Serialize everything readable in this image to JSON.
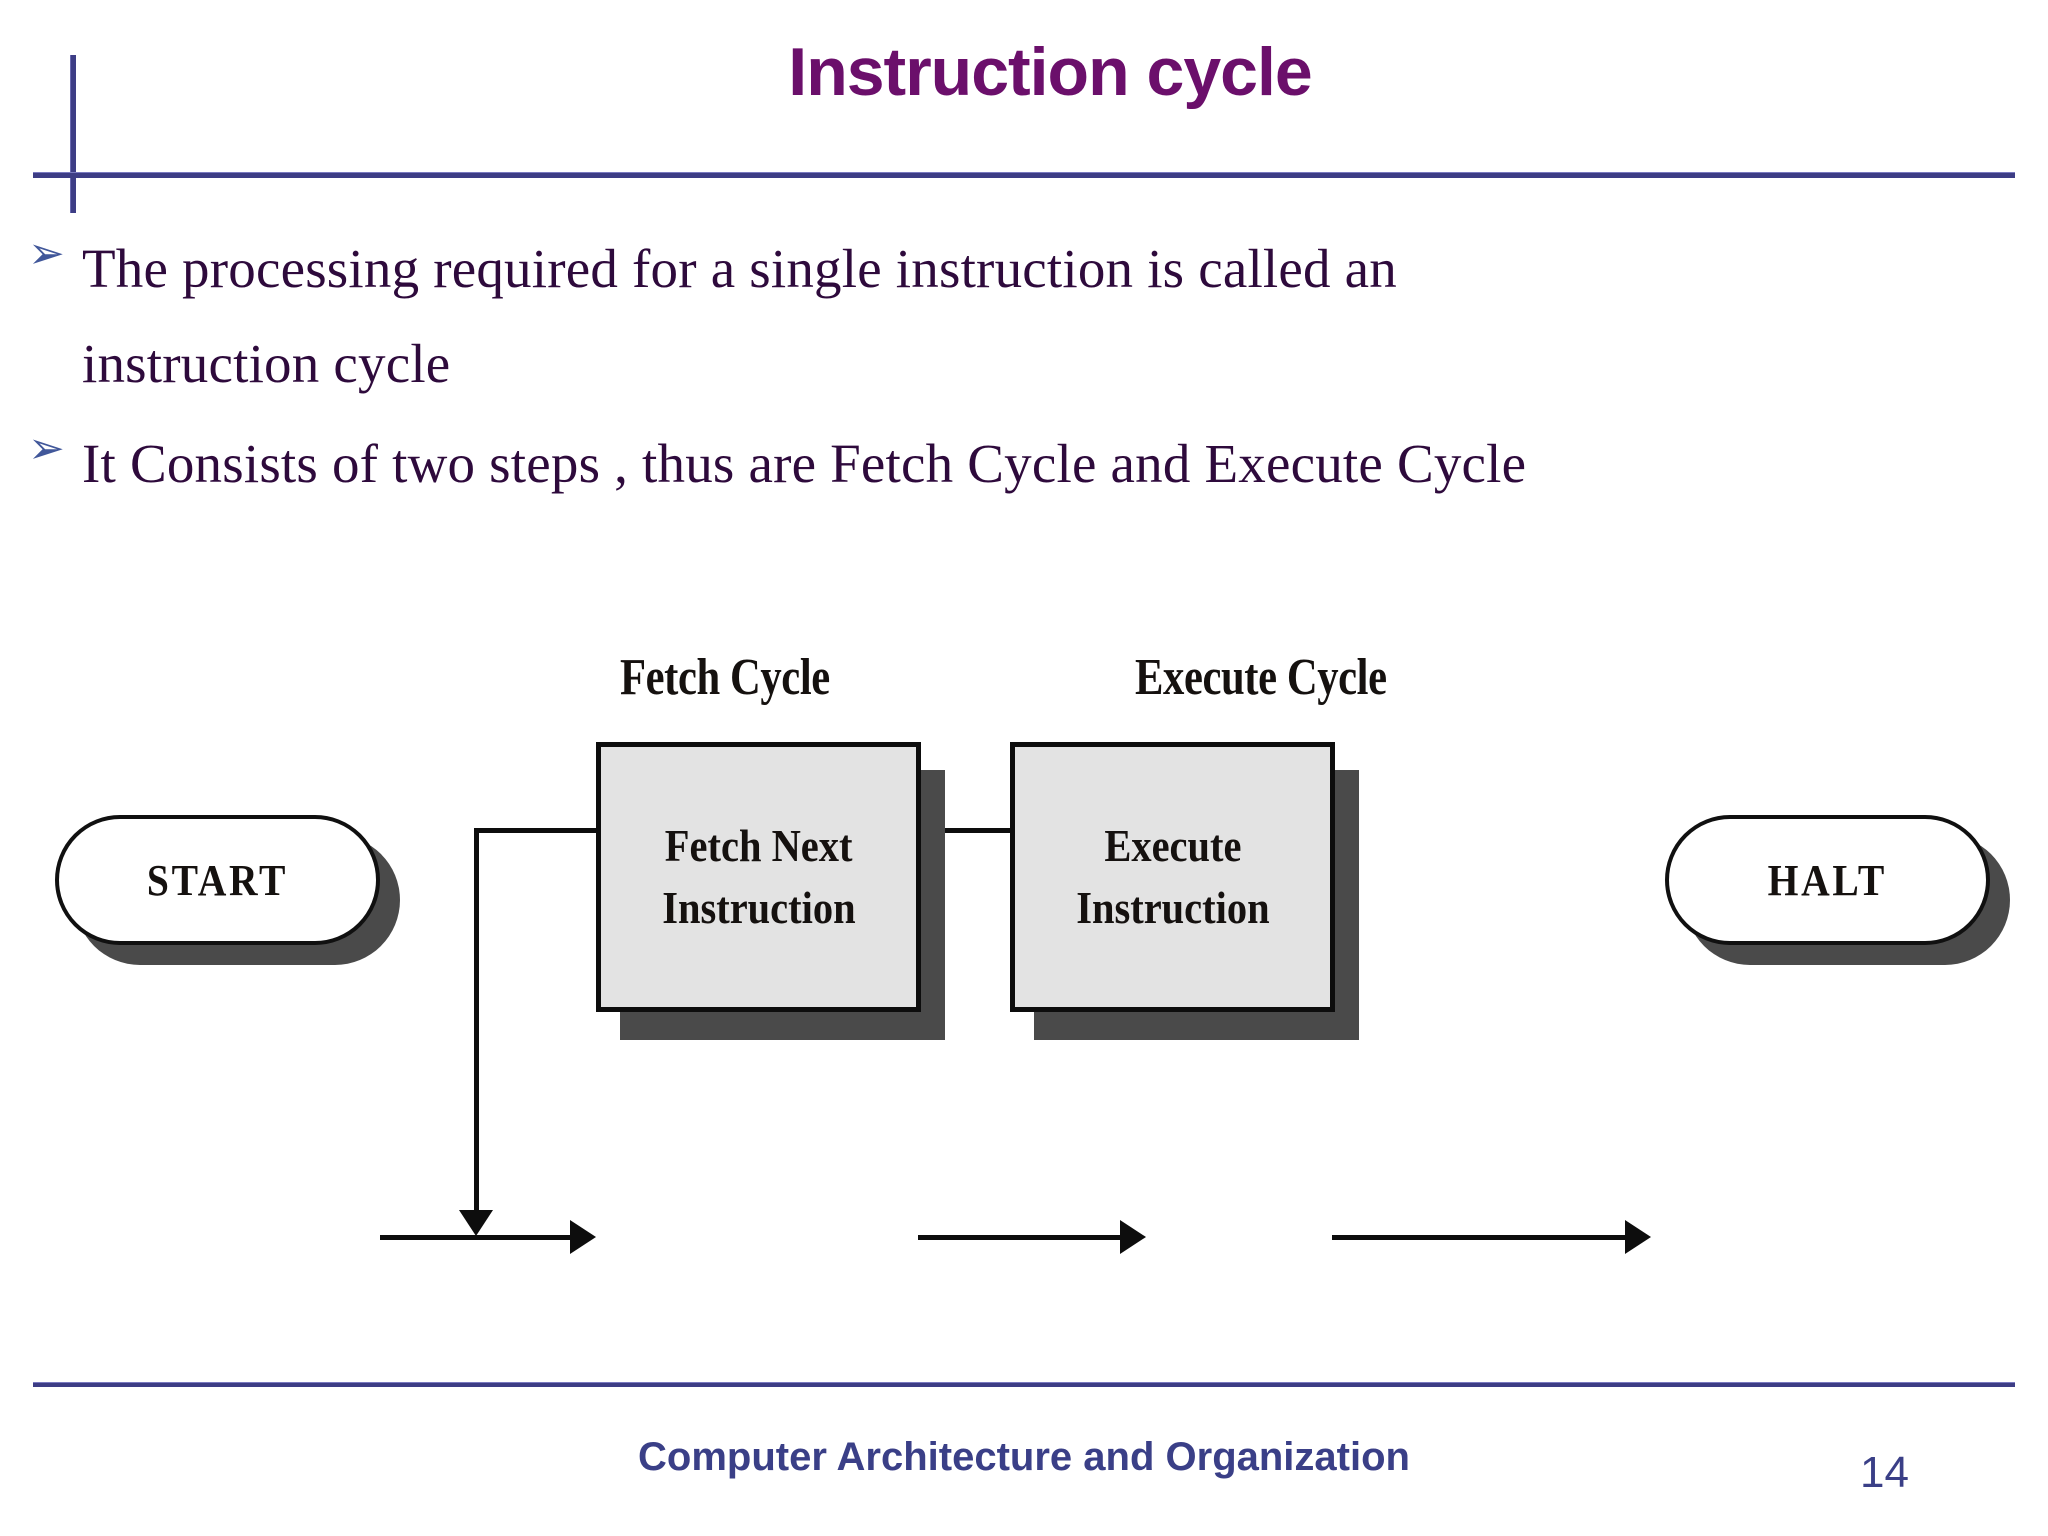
{
  "slide": {
    "title": "Instruction cycle",
    "title_color": "#6b0f6b",
    "accent_color": "#3d3d85",
    "body_text_color": "#2e0a3c",
    "bullet_glyph": "➢"
  },
  "bullets": [
    {
      "marker": "➢",
      "lines": [
        "The processing required for a single instruction is called an",
        "instruction cycle"
      ]
    },
    {
      "marker": "➢",
      "lines": [
        " It Consists of two steps , thus are Fetch Cycle and Execute Cycle"
      ]
    }
  ],
  "diagram": {
    "type": "flowchart",
    "phase_labels": [
      {
        "id": "fetch-cycle",
        "text": "Fetch Cycle"
      },
      {
        "id": "execute-cycle",
        "text": "Execute Cycle"
      }
    ],
    "nodes": [
      {
        "id": "start",
        "shape": "terminator",
        "label": "START"
      },
      {
        "id": "fetch",
        "shape": "process",
        "line1": "Fetch Next",
        "line2": "Instruction"
      },
      {
        "id": "execute",
        "shape": "process",
        "line1": "Execute",
        "line2": "Instruction"
      },
      {
        "id": "halt",
        "shape": "terminator",
        "label": "HALT"
      }
    ],
    "edges": [
      {
        "from": "start",
        "to": "fetch",
        "kind": "arrow-right"
      },
      {
        "from": "fetch",
        "to": "execute",
        "kind": "arrow-right"
      },
      {
        "from": "execute",
        "to": "halt",
        "kind": "arrow-right"
      },
      {
        "from": "execute",
        "to": "fetch",
        "kind": "feedback-loop-top"
      }
    ],
    "node_fill": "#e3e3e3",
    "node_stroke": "#0d0d0d",
    "shadow_color": "#4a4a4a"
  },
  "footer": {
    "text": "Computer Architecture and Organization",
    "page_number": "14",
    "color": "#3a3f87"
  }
}
